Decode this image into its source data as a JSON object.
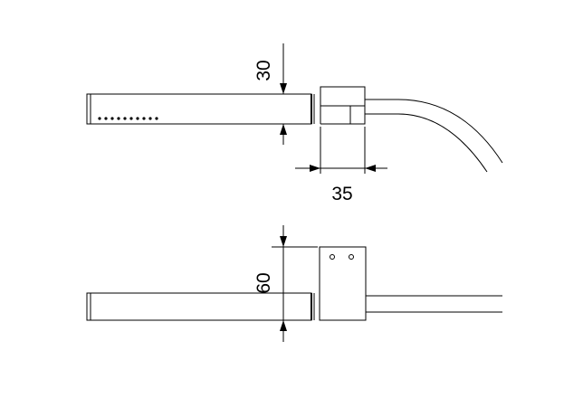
{
  "dimensions": {
    "top_height": "30",
    "top_width": "35",
    "bottom_height": "60"
  }
}
